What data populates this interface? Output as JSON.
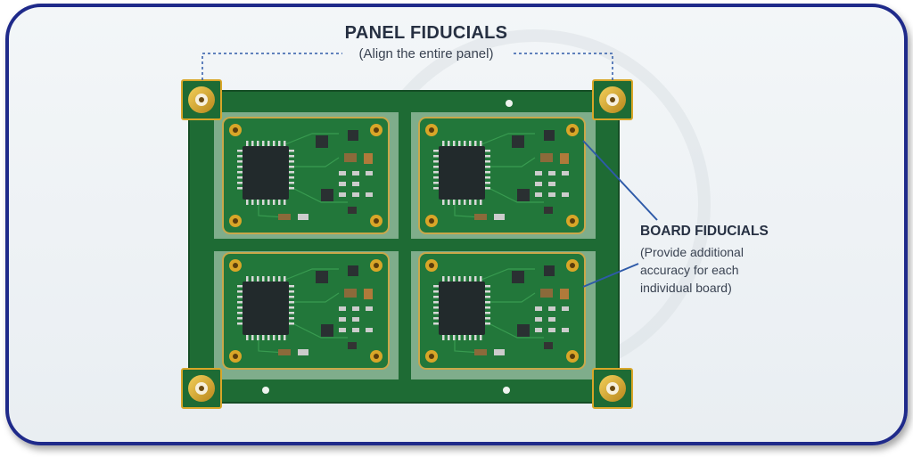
{
  "panel_fiducials": {
    "title": "PANEL FIDUCIALS",
    "subtitle": "(Align the entire panel)"
  },
  "board_fiducials": {
    "title": "BOARD FIDUCIALS",
    "description_lines": [
      "(Provide additional",
      "accuracy for each",
      "individual board)"
    ]
  },
  "colors": {
    "frame_border": "#1f2a8a",
    "pcb_green": "#1e6b34",
    "fiducial_gold": "#d9a628",
    "callout_line": "#2e5aa8"
  },
  "icons": {
    "panel_fiducial": "gold-pad-icon",
    "board_fiducial": "gold-pad-icon",
    "chip": "qfp-chip-icon"
  }
}
